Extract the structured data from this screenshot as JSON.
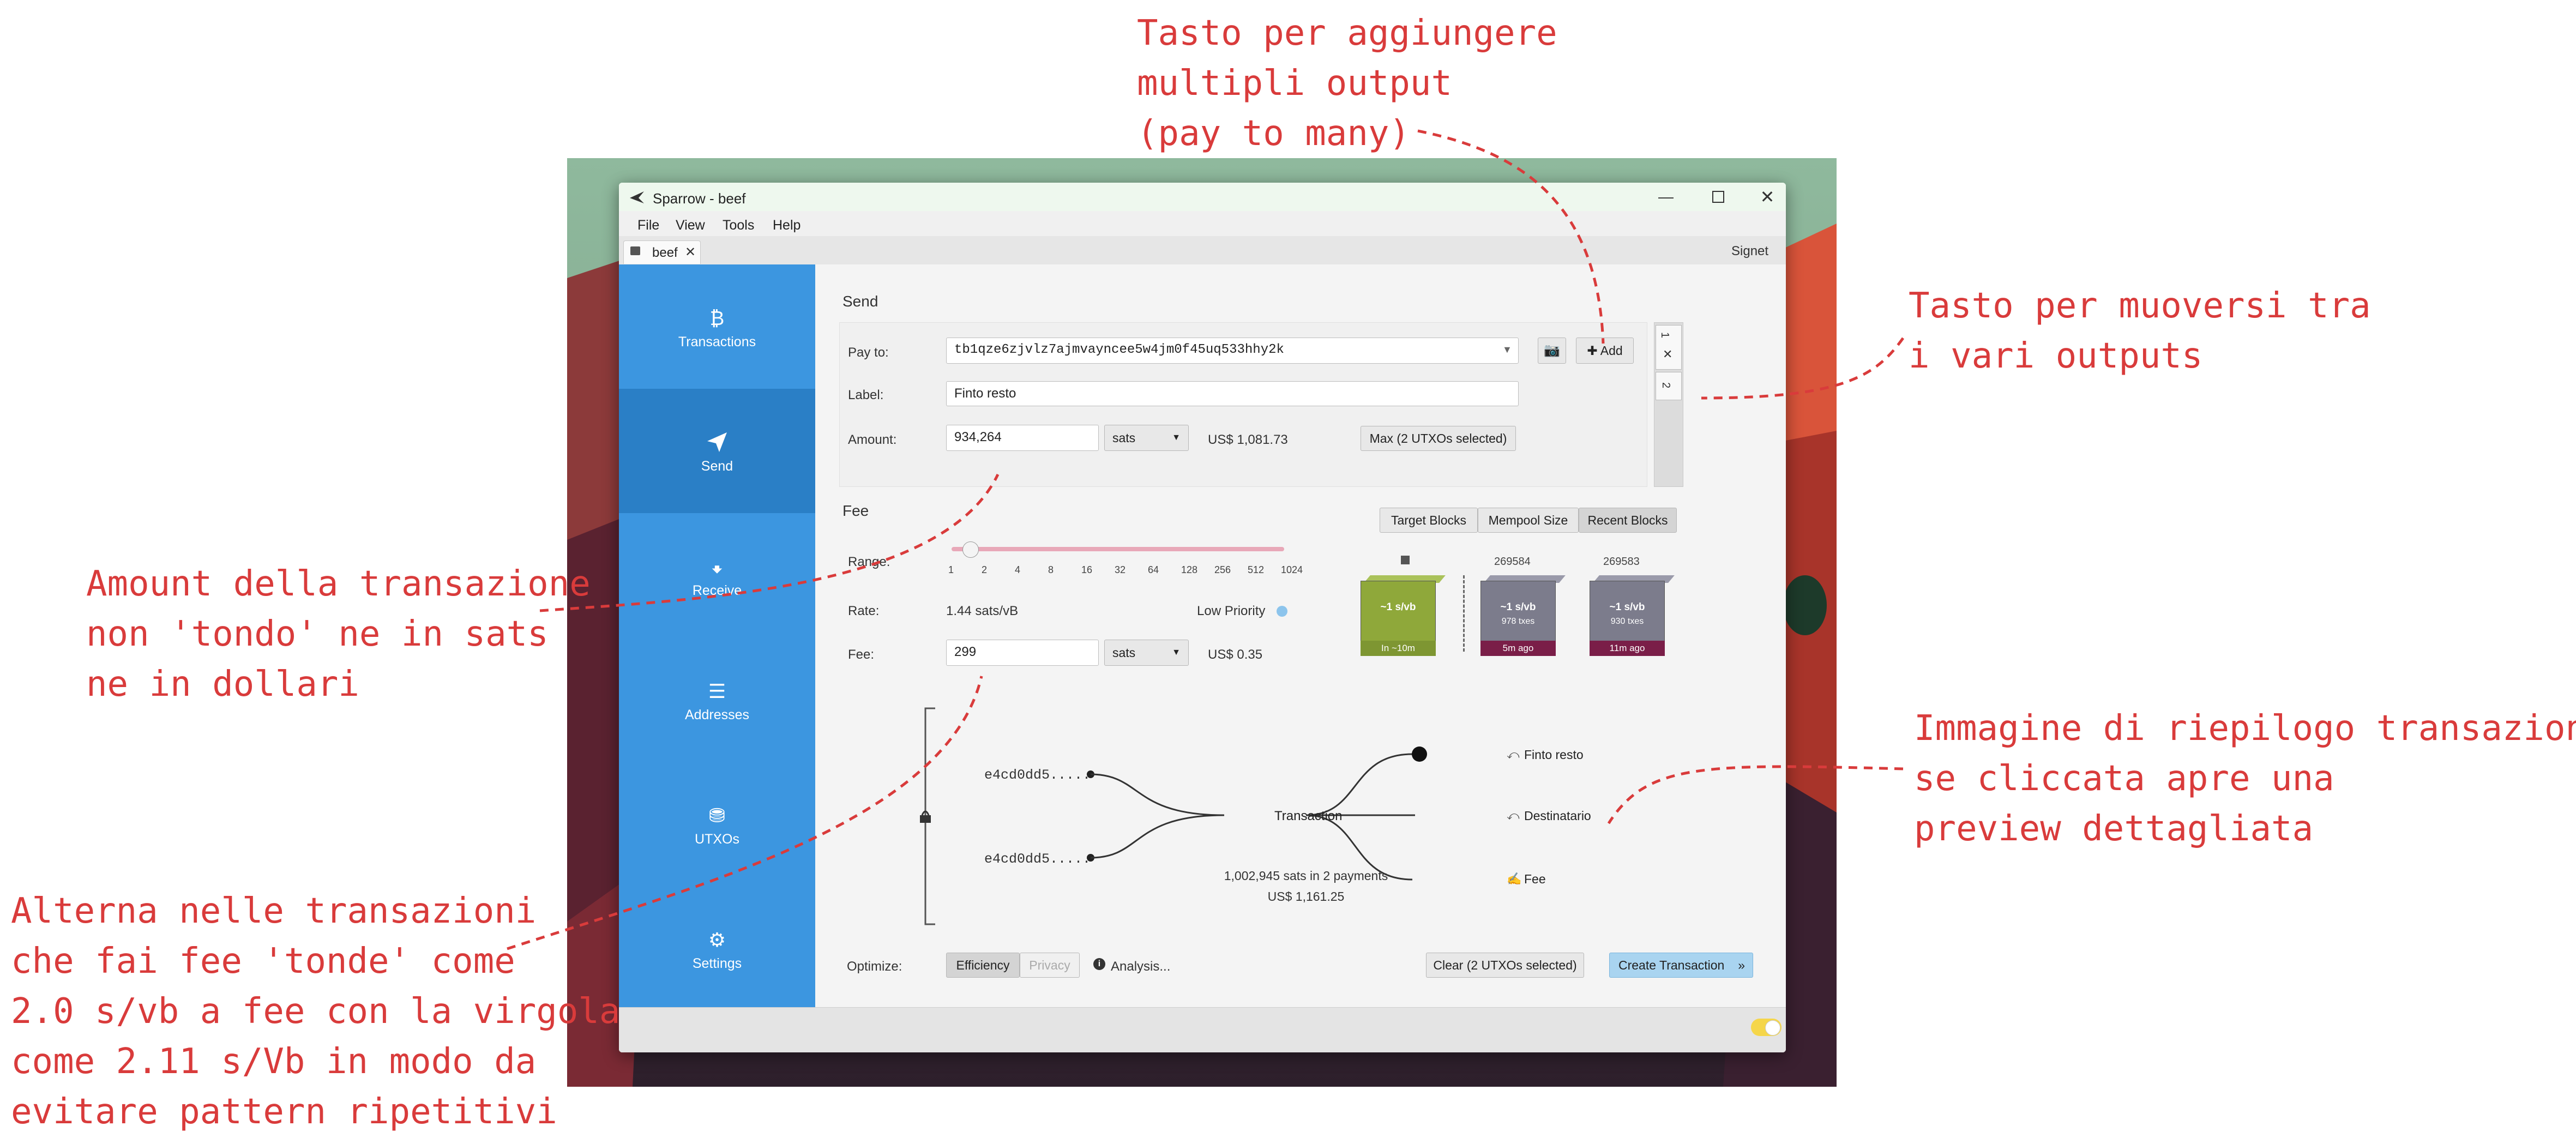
{
  "window": {
    "title": "Sparrow - beef",
    "network": "Signet"
  },
  "menu": [
    "File",
    "View",
    "Tools",
    "Help"
  ],
  "tab": {
    "label": "beef"
  },
  "sidebar": {
    "items": [
      {
        "label": "Transactions",
        "icon": "bitcoin-icon"
      },
      {
        "label": "Send",
        "icon": "paper-plane-icon"
      },
      {
        "label": "Receive",
        "icon": "arrow-down-icon"
      },
      {
        "label": "Addresses",
        "icon": "list-icon"
      },
      {
        "label": "UTXOs",
        "icon": "coins-icon"
      },
      {
        "label": "Settings",
        "icon": "gear-icon"
      }
    ]
  },
  "send": {
    "section_title": "Send",
    "pay_to_label": "Pay to:",
    "pay_to_value": "tb1qze6zjvlz7ajmvayncee5w4jm0f45uq533hhy2k",
    "add_button": "Add",
    "label_label": "Label:",
    "label_value": "Finto resto",
    "amount_label": "Amount:",
    "amount_value": "934,264",
    "amount_unit": "sats",
    "amount_fiat": "US$ 1,081.73",
    "max_button": "Max (2 UTXOs selected)",
    "output_tabs": [
      "1",
      "2"
    ]
  },
  "fee": {
    "section_title": "Fee",
    "range_label": "Range:",
    "range_ticks": [
      "1",
      "2",
      "4",
      "8",
      "16",
      "32",
      "64",
      "128",
      "256",
      "512",
      "1024"
    ],
    "rate_label": "Rate:",
    "rate_value": "1.44 sats/vB",
    "priority": "Low Priority",
    "fee_label": "Fee:",
    "fee_value": "299",
    "fee_unit": "sats",
    "fee_fiat": "US$ 0.35",
    "toggles": [
      "Target Blocks",
      "Mempool Size",
      "Recent Blocks"
    ],
    "blocks": [
      {
        "height": "",
        "rate": "~1 s/vb",
        "txes": "",
        "time": "In ~10m",
        "color": "#8fa83a"
      },
      {
        "height": "269584",
        "rate": "~1 s/vb",
        "txes": "978 txes",
        "time": "5m ago",
        "color": "#7c7c8c"
      },
      {
        "height": "269583",
        "rate": "~1 s/vb",
        "txes": "930 txes",
        "time": "11m ago",
        "color": "#7c7c8c"
      }
    ]
  },
  "diagram": {
    "inputs": [
      "e4cd0dd5.....",
      "e4cd0dd5....."
    ],
    "center": "Transaction",
    "outputs": [
      "Finto resto",
      "Destinatario",
      "Fee"
    ],
    "summary": "1,002,945 sats in 2 payments",
    "summary_fiat": "US$ 1,161.25"
  },
  "footer": {
    "optimize_label": "Optimize:",
    "efficiency": "Efficiency",
    "privacy": "Privacy",
    "analysis": "Analysis...",
    "clear_button": "Clear (2 UTXOs selected)",
    "create_button": "Create Transaction"
  },
  "annotations": {
    "add": [
      "Tasto per aggiungere",
      "multipli output",
      "(pay to many)"
    ],
    "outputs": [
      "Tasto per muoversi tra",
      "i vari outputs"
    ],
    "amount": [
      "Amount della transazione",
      "non 'tondo' ne in sats",
      "ne in dollari"
    ],
    "preview": [
      "Immagine di riepilogo transazione,",
      "se cliccata apre una",
      "preview dettagliata"
    ],
    "fee": [
      "Alterna nelle transazioni",
      "che fai fee 'tonde' come",
      "2.0 s/vb a fee con la virgola",
      "come 2.11 s/Vb in modo da",
      "evitare pattern ripetitivi"
    ]
  },
  "colors": {
    "sidebar": "#3c96e0",
    "sidebar_active": "#2a7fc6",
    "annotation": "#d93b3b",
    "create_button": "#a9d4f0"
  }
}
